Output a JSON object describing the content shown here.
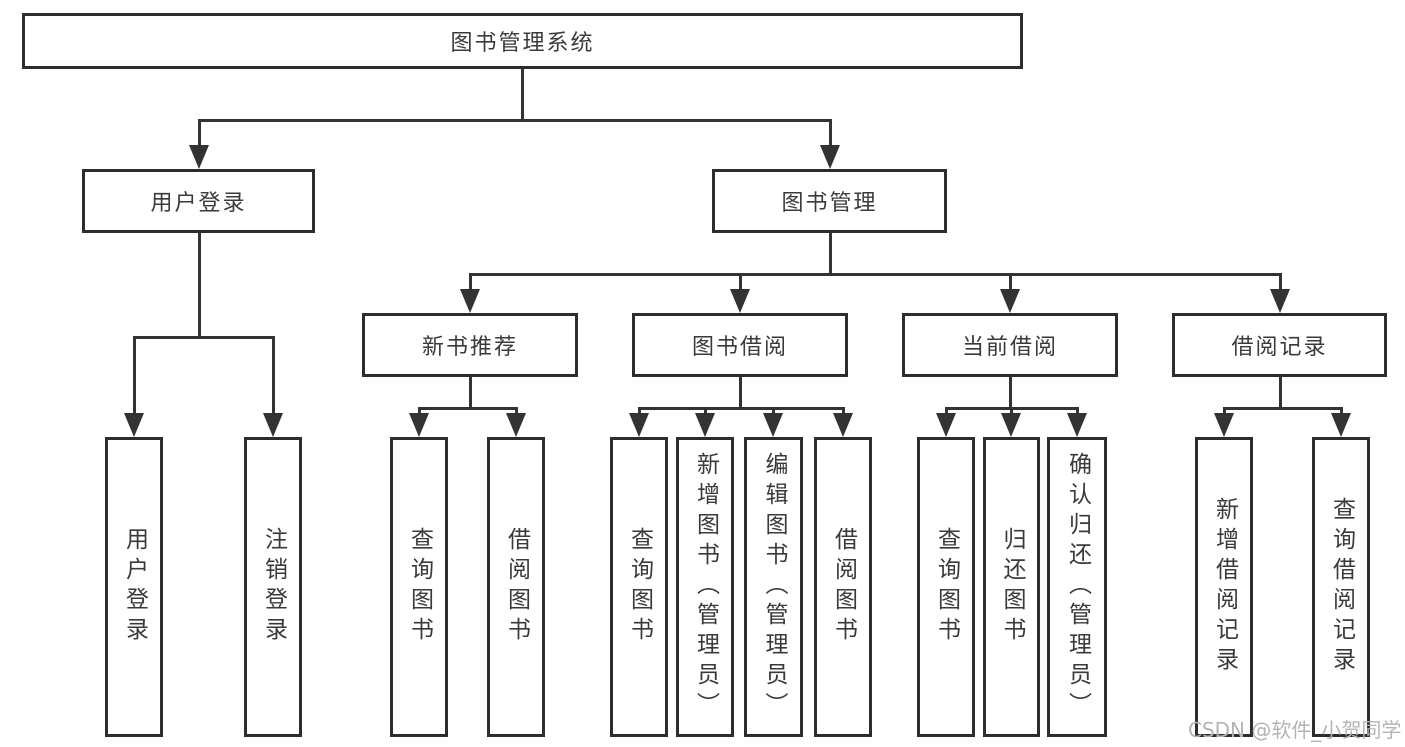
{
  "colors": {
    "background": "#ffffff",
    "line": "#333333",
    "box_border": "#2d2d2d",
    "box_fill": "#ffffff",
    "text": "#3a3a3a",
    "watermark": "#b4b4b4"
  },
  "watermark": {
    "text": "CSDN @软件_小贺同学"
  },
  "tree": {
    "label": "图书管理系统",
    "children": [
      {
        "label": "用户登录",
        "children": [
          {
            "label": "用户登录"
          },
          {
            "label": "注销登录"
          }
        ]
      },
      {
        "label": "图书管理",
        "children": [
          {
            "label": "新书推荐",
            "children": [
              {
                "label": "查询图书"
              },
              {
                "label": "借阅图书"
              }
            ]
          },
          {
            "label": "图书借阅",
            "children": [
              {
                "label": "查询图书"
              },
              {
                "label": "新增图书（管理员）"
              },
              {
                "label": "编辑图书（管理员）"
              },
              {
                "label": "借阅图书"
              }
            ]
          },
          {
            "label": "当前借阅",
            "children": [
              {
                "label": "查询图书"
              },
              {
                "label": "归还图书"
              },
              {
                "label": "确认归还（管理员）"
              }
            ]
          },
          {
            "label": "借阅记录",
            "children": [
              {
                "label": "新增借阅记录"
              },
              {
                "label": "查询借阅记录"
              }
            ]
          }
        ]
      }
    ]
  }
}
